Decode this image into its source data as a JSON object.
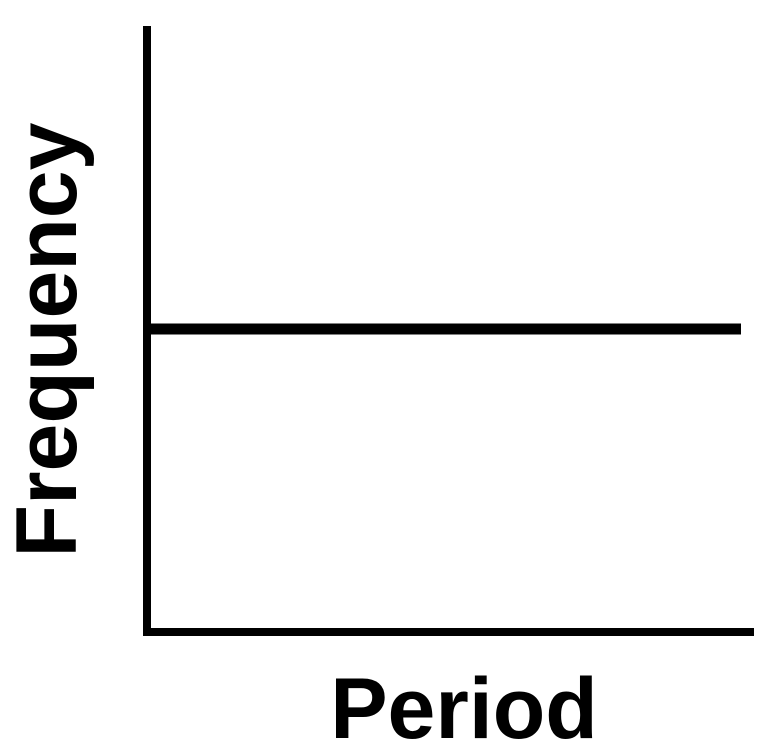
{
  "chart_data": {
    "type": "line",
    "title": "",
    "xlabel": "Period",
    "ylabel": "Frequency",
    "grid": false,
    "legend": false,
    "series": [
      {
        "y": 0.5
      }
    ],
    "xlim": [
      0,
      1
    ],
    "ylim": [
      0,
      1
    ],
    "ticks": false,
    "colors": {
      "line": "#000000",
      "axes": "#000000",
      "background": "#ffffff"
    }
  }
}
